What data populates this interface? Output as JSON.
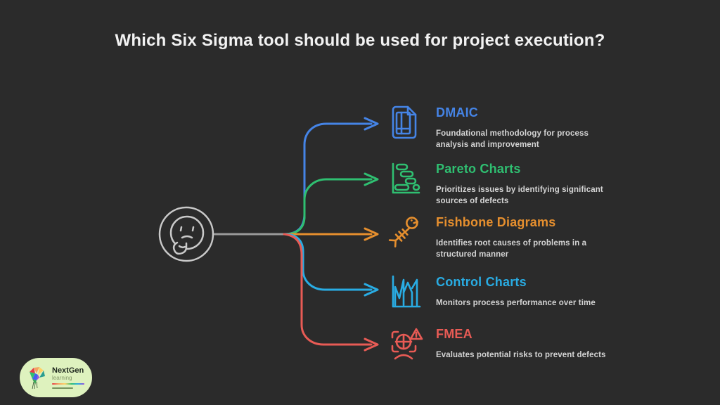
{
  "title": "Which Six Sigma tool should be used for project execution?",
  "colors": {
    "background": "#2b2b2b",
    "title_text": "#f2f2f2",
    "description_text": "#d4d4d4",
    "connector_gray": "#9a9a9a",
    "center_stroke": "#c9c9c9"
  },
  "center": {
    "icon": "thinking-face-icon"
  },
  "items": [
    {
      "id": "dmaic",
      "label": "DMAIC",
      "description": "Foundational methodology for process analysis and improvement",
      "color": "#4584e6",
      "icon": "document-layout-icon"
    },
    {
      "id": "pareto-charts",
      "label": "Pareto Charts",
      "description": "Prioritizes issues by identifying significant sources of defects",
      "color": "#2fbf71",
      "icon": "gantt-bars-icon"
    },
    {
      "id": "fishbone-diagrams",
      "label": "Fishbone Diagrams",
      "description": "Identifies root causes of problems in a structured manner",
      "color": "#e68f2e",
      "icon": "fishbone-icon"
    },
    {
      "id": "control-charts",
      "label": "Control Charts",
      "description": "Monitors process performance over time",
      "color": "#29ace3",
      "icon": "peaks-chart-icon"
    },
    {
      "id": "fmea",
      "label": "FMEA",
      "description": "Evaluates potential risks to prevent defects",
      "color": "#e85b55",
      "icon": "risk-scan-icon"
    }
  ],
  "logo": {
    "brand": "NextGen",
    "sub": "learning"
  }
}
